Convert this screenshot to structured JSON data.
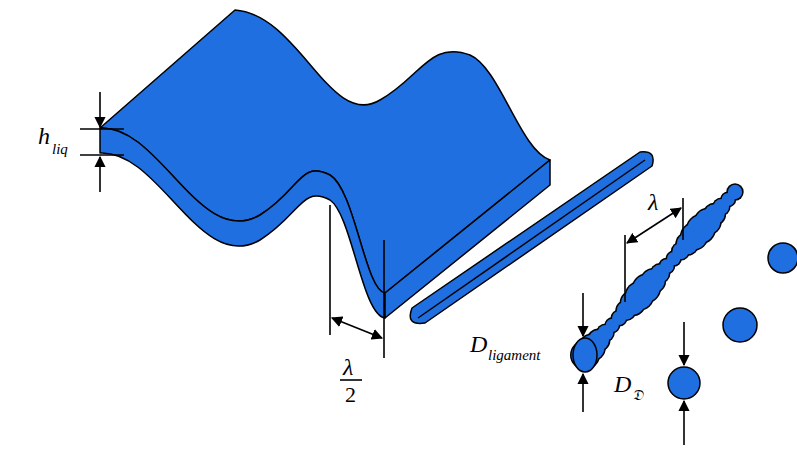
{
  "diagram": {
    "labels": [
      "h",
      "liq",
      "λ",
      "2",
      "λ",
      "D",
      "ligament",
      "D",
      "𝔇"
    ]
  }
}
